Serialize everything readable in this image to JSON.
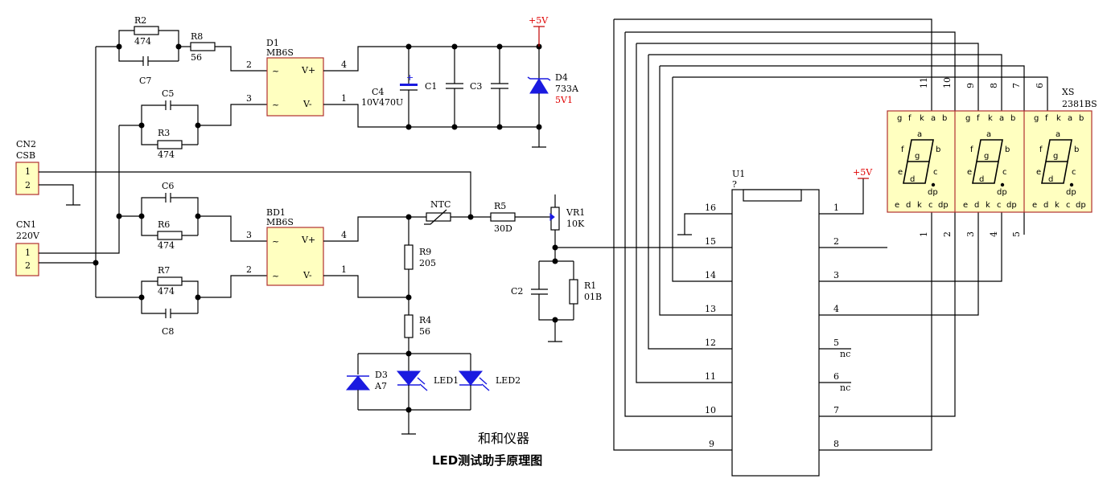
{
  "title": "和和仪器",
  "subtitle": "LED测试助手原理图",
  "connectors": {
    "cn2": {
      "ref": "CN2",
      "value": "CSB",
      "pins": [
        "1",
        "2"
      ]
    },
    "cn1": {
      "ref": "CN1",
      "value": "220V",
      "pins": [
        "1",
        "2"
      ]
    }
  },
  "bridges": {
    "d1": {
      "ref": "D1",
      "value": "MB6S",
      "pin_in": "~",
      "pin_vplus": "V+",
      "pin_vminus": "V-",
      "p2": "2",
      "p3": "3",
      "p4": "4",
      "p1": "1"
    },
    "bd1": {
      "ref": "BD1",
      "value": "MB6S",
      "pin_in": "~",
      "pin_vplus": "V+",
      "pin_vminus": "V-",
      "p3": "3",
      "p2": "2",
      "p4": "4",
      "p1": "1"
    }
  },
  "parts": {
    "r2": {
      "ref": "R2",
      "value": "474"
    },
    "r8": {
      "ref": "R8",
      "value": "56"
    },
    "c7": {
      "ref": "C7"
    },
    "c5": {
      "ref": "C5"
    },
    "r3": {
      "ref": "R3",
      "value": "474"
    },
    "c6": {
      "ref": "C6"
    },
    "r6": {
      "ref": "R6",
      "value": "474"
    },
    "r7": {
      "ref": "R7",
      "value": "474"
    },
    "c8": {
      "ref": "C8"
    },
    "c4": {
      "ref": "C4",
      "value": "10V470U"
    },
    "c1": {
      "ref": "C1"
    },
    "c3": {
      "ref": "C3"
    },
    "d4": {
      "ref": "D4",
      "value": "733A",
      "value2": "5V1"
    },
    "ntc": {
      "ref": "NTC"
    },
    "r5": {
      "ref": "R5",
      "value": "30D"
    },
    "vr1": {
      "ref": "VR1",
      "value": "10K"
    },
    "r9": {
      "ref": "R9",
      "value": "205"
    },
    "r4": {
      "ref": "R4",
      "value": "56"
    },
    "d3": {
      "ref": "D3",
      "value": "A7"
    },
    "led1": {
      "ref": "LED1"
    },
    "led2": {
      "ref": "LED2"
    },
    "c2": {
      "ref": "C2"
    },
    "r1": {
      "ref": "R1",
      "value": "01B"
    }
  },
  "supply": {
    "vcc": "+5V",
    "vcc2": "+5V"
  },
  "u1": {
    "ref": "U1",
    "value": "?",
    "left_pins": [
      "16",
      "15",
      "14",
      "13",
      "12",
      "11",
      "10",
      "9"
    ],
    "right_pins": [
      "1",
      "2",
      "3",
      "4",
      "5",
      "6",
      "7",
      "8"
    ],
    "nc": "nc"
  },
  "display": {
    "ref": "XS",
    "value": "2381BS",
    "top_pins": [
      "11",
      "10",
      "9",
      "8",
      "7",
      "6"
    ],
    "bottom_pins": [
      "1",
      "2",
      "3",
      "4",
      "5"
    ],
    "top_letters": [
      "g",
      "f",
      "k",
      "a",
      "b"
    ],
    "bottom_letters": [
      "e",
      "d",
      "k",
      "c",
      "dp"
    ],
    "seg_a": "a",
    "seg_b": "b",
    "seg_c": "c",
    "seg_d": "d",
    "seg_e": "e",
    "seg_f": "f",
    "seg_g": "g",
    "seg_dp": "dp"
  }
}
